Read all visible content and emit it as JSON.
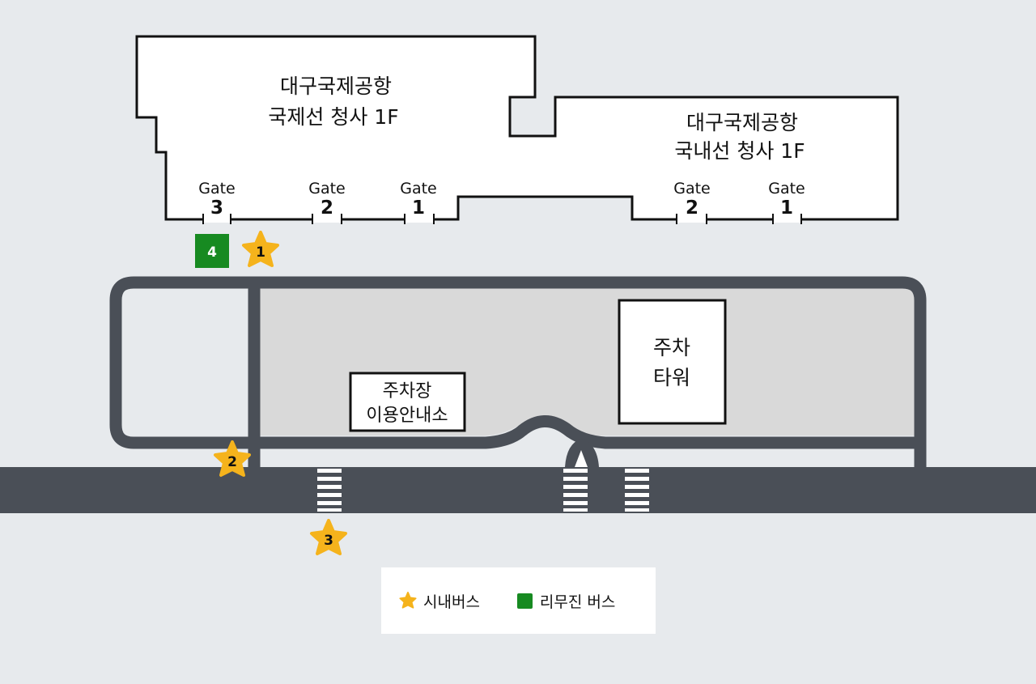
{
  "terminals": {
    "international": {
      "line1": "대구국제공항",
      "line2": "국제선 청사 1F"
    },
    "domestic": {
      "line1": "대구국제공항",
      "line2": "국내선 청사 1F"
    }
  },
  "gate_word": "Gate",
  "international_gates": [
    "3",
    "2",
    "1"
  ],
  "domestic_gates": [
    "2",
    "1"
  ],
  "markers": {
    "limousine": "4",
    "stop_1": "1",
    "stop_2": "2",
    "stop_3": "3"
  },
  "parking_info": {
    "line1": "주차장",
    "line2": "이용안내소"
  },
  "parking_tower": {
    "line1": "주차",
    "line2": "타워"
  },
  "legend": {
    "city_bus": "시내버스",
    "limousine_bus": "리무진 버스"
  },
  "colors": {
    "background": "#e7eaed",
    "road": "#4a4f57",
    "parking_area": "#d9d9d9",
    "city_bus_star": "#f5b31c",
    "limousine_square": "#178a21"
  }
}
